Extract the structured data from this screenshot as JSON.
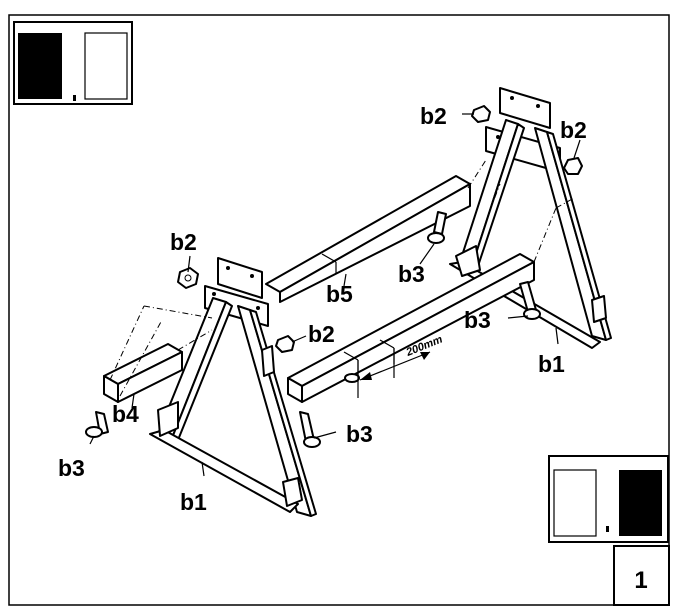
{
  "labels": {
    "b1_front": "b1",
    "b1_back": "b1",
    "b2_front_top": "b2",
    "b2_front_right": "b2",
    "b2_back_left": "b2",
    "b2_back_right": "b2",
    "b3_front_left": "b3",
    "b3_front_right": "b3",
    "b3_middle": "b3",
    "b3_back": "b3",
    "b4": "b4",
    "b5": "b5"
  },
  "dimension": "200mm",
  "page_number": "1"
}
